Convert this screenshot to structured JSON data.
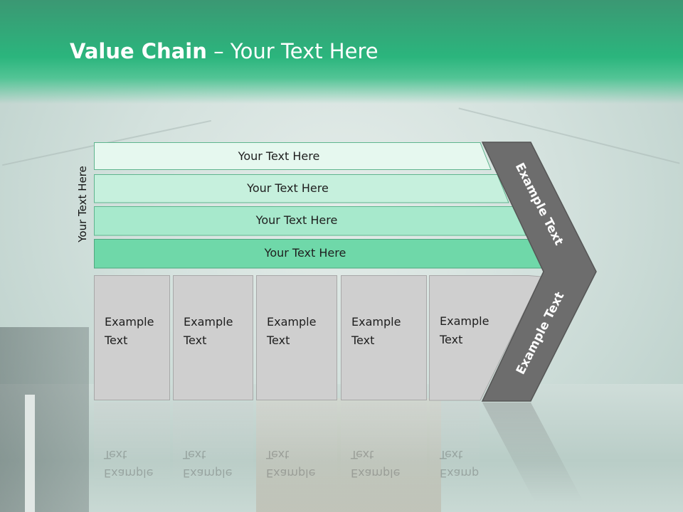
{
  "slide": {
    "title_bold": "Value Chain",
    "title_rest": " – Your Text Here",
    "side_label": "Your Text Here",
    "bars": [
      {
        "label": "Your Text Here"
      },
      {
        "label": "Your Text Here"
      },
      {
        "label": "Your Text Here"
      },
      {
        "label": "Your Text Here"
      }
    ],
    "blocks": [
      {
        "label": "Example\nText"
      },
      {
        "label": "Example\nText"
      },
      {
        "label": "Example\nText"
      },
      {
        "label": "Example\nText"
      },
      {
        "label": "Example\nText"
      }
    ],
    "chevron_top_label": "Example Text",
    "chevron_bottom_label": "Example Text",
    "colors": {
      "header": "#2bb57d",
      "bar1": "#e6f8ef",
      "bar2": "#c6f0dd",
      "bar3": "#a7e9cc",
      "bar4": "#6fd8a9",
      "block": "#cfcfcf",
      "chevron": "#6d6d6d"
    }
  }
}
